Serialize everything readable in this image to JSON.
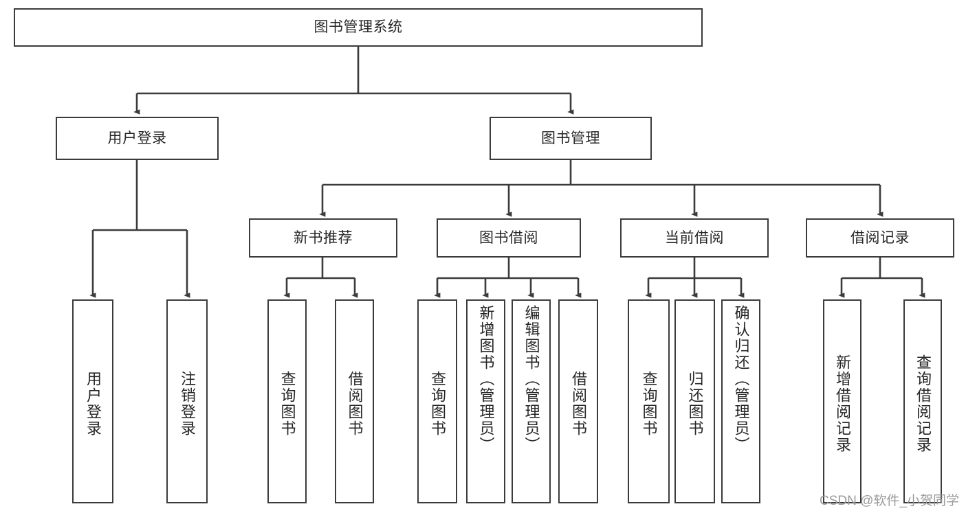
{
  "diagram": {
    "title": "图书管理系统",
    "type": "hierarchy-tree",
    "background_color": "#ffffff",
    "line_color": "#3b3b3b",
    "box_border_color": "#3b3b3b",
    "box_fill_color": "#ffffff",
    "text_color": "#262626"
  },
  "root": {
    "label": "图书管理系统"
  },
  "level1": [
    {
      "label": "用户登录"
    },
    {
      "label": "图书管理"
    }
  ],
  "level2": [
    {
      "label": "新书推荐"
    },
    {
      "label": "图书借阅"
    },
    {
      "label": "当前借阅"
    },
    {
      "label": "借阅记录"
    }
  ],
  "leaves": {
    "user_login": [
      {
        "label": "用户登录"
      },
      {
        "label": "注销登录"
      }
    ],
    "new_book_recommend": [
      {
        "label": "查询图书"
      },
      {
        "label": "借阅图书"
      }
    ],
    "book_borrow": [
      {
        "label": "查询图书"
      },
      {
        "label": "新增图书（管理员）"
      },
      {
        "label": "编辑图书（管理员）"
      },
      {
        "label": "借阅图书"
      }
    ],
    "current_borrow": [
      {
        "label": "查询图书"
      },
      {
        "label": "归还图书"
      },
      {
        "label": "确认归还（管理员）"
      }
    ],
    "borrow_record": [
      {
        "label": "新增借阅记录"
      },
      {
        "label": "查询借阅记录"
      }
    ]
  },
  "watermark": {
    "text": "CSDN @软件_小贺同学"
  }
}
